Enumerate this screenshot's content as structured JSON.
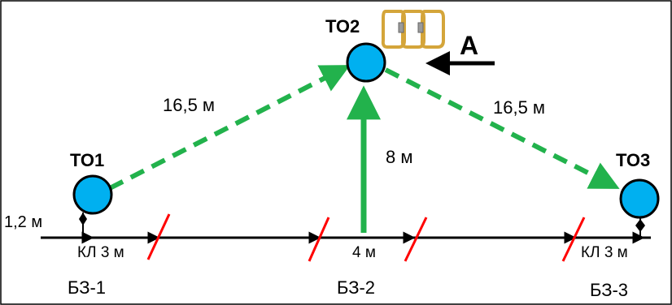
{
  "anchors": {
    "to1": "ТО1",
    "to2": "ТО2",
    "to3": "ТО3"
  },
  "distances": {
    "left_diagonal": "16,5 м",
    "right_diagonal": "16,5 м",
    "vertical": "8 м",
    "height_left": "1,2 м"
  },
  "direction_label": "А",
  "segments": {
    "left": "КЛ 3 м",
    "middle": "4 м",
    "right": "КЛ 3 м"
  },
  "zones": {
    "bz1": "БЗ-1",
    "bz2": "БЗ-2",
    "bz3": "БЗ-3"
  },
  "colors": {
    "node_fill": "#00B0F0",
    "arrow_green": "#22B24C",
    "slash_red": "#FF0000",
    "carabiner": "#D4A53A",
    "line": "#000000"
  }
}
